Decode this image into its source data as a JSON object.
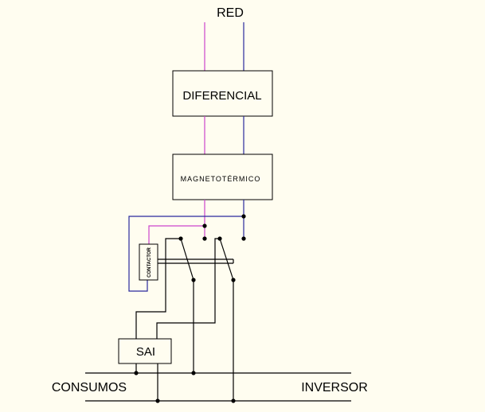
{
  "labels": {
    "red": "RED",
    "diferencial": "DIFERENCIAL",
    "magnetotermico": "MAGNETOTÉRMICO",
    "contactor": "CONTACTOR",
    "sai": "SAI",
    "consumos": "CONSUMOS",
    "inversor": "INVERSOR"
  },
  "colors": {
    "background": "#fffdf0",
    "phase": "#cc44cc",
    "neutral": "#2a2a9c",
    "wire": "#000000"
  }
}
